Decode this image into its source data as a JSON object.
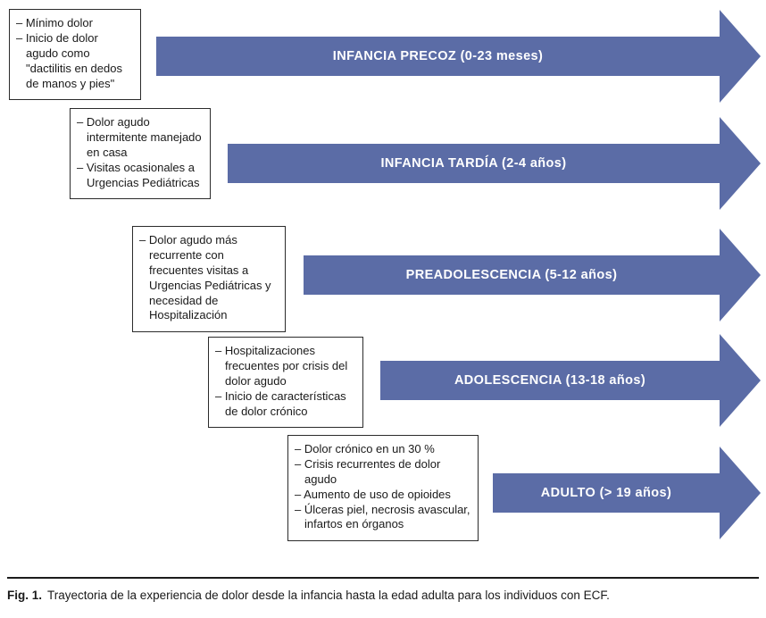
{
  "colors": {
    "arrow": "#5b6ca6",
    "arrow_text": "#ffffff",
    "box_border": "#2b2b2b"
  },
  "figure": {
    "caption_label": "Fig. 1.",
    "caption_text": "Trayectoria de la experiencia de dolor desde la infancia hasta la edad adulta para los individuos con ECF."
  },
  "stages": [
    {
      "label": "INFANCIA PRECOZ (0-23 meses)",
      "bullets": [
        "– Mínimo dolor",
        "– Inicio de dolor agudo como \"dactilitis en dedos de manos y pies\""
      ]
    },
    {
      "label": "INFANCIA TARDÍA (2-4 años)",
      "bullets": [
        "– Dolor agudo intermitente manejado en casa",
        "– Visitas ocasionales a Urgencias Pediátricas"
      ]
    },
    {
      "label": "PREADOLESCENCIA (5-12 años)",
      "bullets": [
        "– Dolor agudo más recurrente con frecuentes visitas a Urgencias Pediátricas y necesidad de Hospitalización"
      ]
    },
    {
      "label": "ADOLESCENCIA (13-18 años)",
      "bullets": [
        "– Hospitalizaciones frecuentes por crisis del dolor agudo",
        "– Inicio de características de dolor crónico"
      ]
    },
    {
      "label": "ADULTO (> 19 años)",
      "bullets": [
        "– Dolor crónico en un 30 %",
        "– Crisis recurrentes de dolor agudo",
        "– Aumento de uso de opioides",
        "– Úlceras piel, necrosis avascular, infartos en órganos"
      ]
    }
  ]
}
